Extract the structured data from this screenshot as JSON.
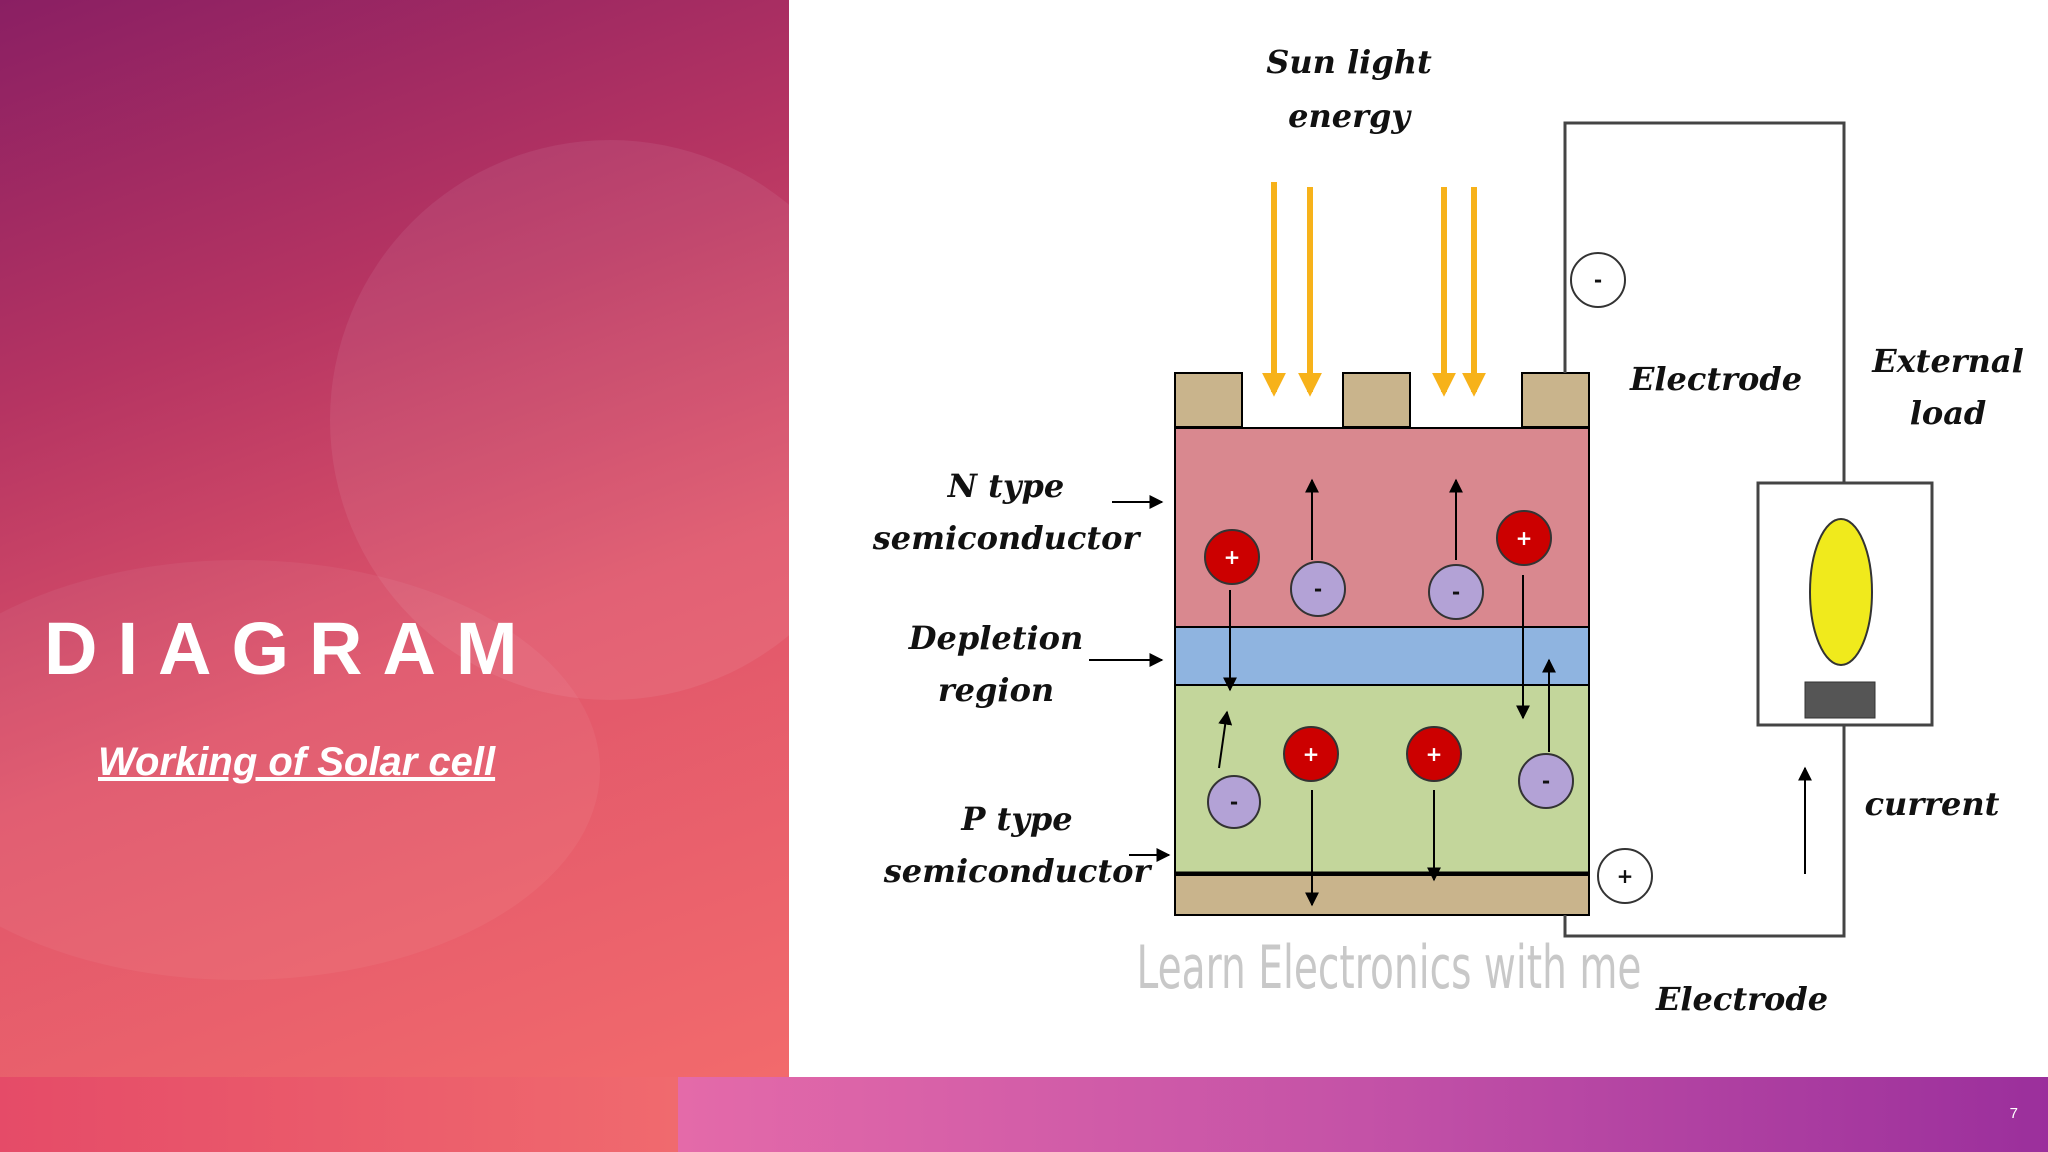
{
  "slide": {
    "title": "DIAGRAM",
    "subtitle": "Working of Solar cell",
    "page_number": "7"
  },
  "diagram": {
    "sunlight_line1": "Sun light",
    "sunlight_line2": "energy",
    "n_type_line1": "N type",
    "n_type_line2": "semiconductor",
    "depletion_line1": "Depletion",
    "depletion_line2": "region",
    "p_type_line1": "P type",
    "p_type_line2": "semiconductor",
    "electrode_top": "Electrode",
    "electrode_bottom": "Electrode",
    "external_load_line1": "External",
    "external_load_line2": "load",
    "current": "current",
    "plus_sign": "+",
    "minus_sign": "-",
    "watermark": "Learn Electronics with me"
  },
  "colors": {
    "n_layer": "#d9888f",
    "depletion": "#8fb4e0",
    "p_layer": "#c3d69b",
    "electrode": "#c9b48c",
    "hole": "#cc0000",
    "electron": "#b3a2d6",
    "sun_ray": "#f7b21a",
    "bulb": "#f0ea1c"
  }
}
